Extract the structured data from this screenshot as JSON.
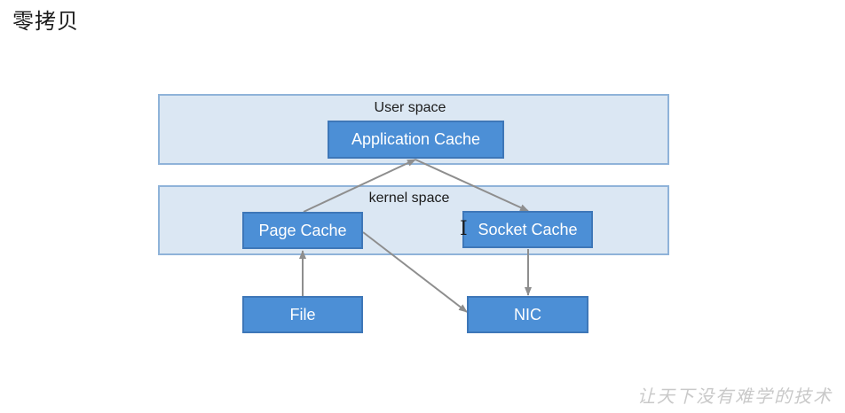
{
  "slide": {
    "title": "零拷贝"
  },
  "diagram": {
    "user_space": {
      "label": "User space",
      "application_cache": "Application Cache"
    },
    "kernel_space": {
      "label": "kernel space",
      "page_cache": "Page Cache",
      "socket_cache": "Socket Cache"
    },
    "file": "File",
    "nic": "NIC",
    "edges": [
      {
        "from": "File",
        "to": "Page Cache"
      },
      {
        "from": "Page Cache",
        "to": "Application Cache"
      },
      {
        "from": "Application Cache",
        "to": "Socket Cache"
      },
      {
        "from": "Socket Cache",
        "to": "NIC"
      },
      {
        "from": "Page Cache",
        "to": "NIC"
      }
    ]
  },
  "watermark": {
    "text": "让天下没有难学的技术"
  },
  "colors": {
    "node_fill": "#4c8fd6",
    "node_border": "#3e77b8",
    "space_fill": "#dbe7f3",
    "space_border": "#8fb3d9",
    "arrow": "#8e8e8e"
  }
}
